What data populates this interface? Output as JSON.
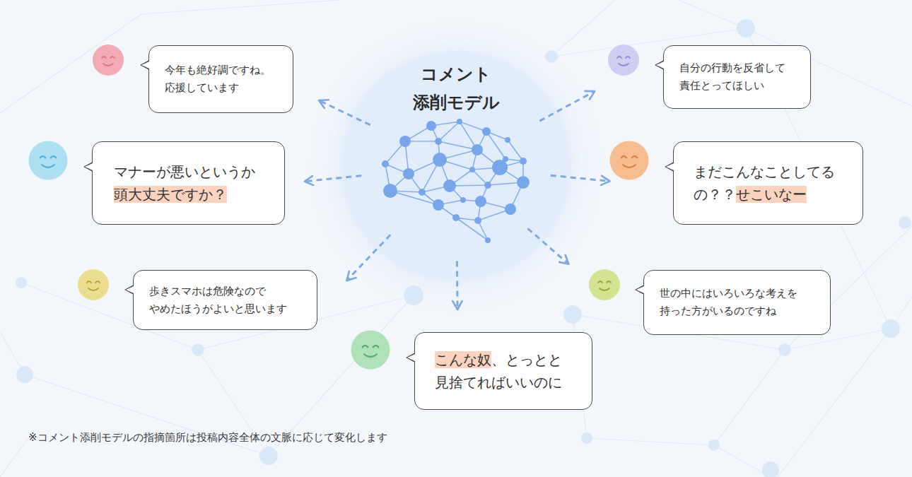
{
  "diagram": {
    "caption": "※コメント添削モデルの指摘箇所は投稿内容全体の文脈に応じて変化します",
    "nodes": [
      {
        "text": [
          "コメント 添削モデル"
        ]
      },
      {
        "text": [
          "今年も絶好調ですね。 応援しています"
        ]
      },
      {
        "text": [
          "自分の行動を反省して 責任とってほしい"
        ]
      },
      {
        "text": [
          "マナーが悪いというか 頭大丈夫ですか？"
        ]
      },
      {
        "text": [
          "まだこんなことしてる の？？せこいなー"
        ]
      },
      {
        "text": [
          "歩きスマホは危険なので やめたほうがよいと思います"
        ]
      },
      {
        "text": [
          "世の中にはいろいろな考えを 持った方がいるのですね"
        ]
      },
      {
        "text": [
          "こんな奴、とっとと 見捨てればいいのに"
        ]
      }
    ],
    "edges": [
      {
        "from": 0,
        "to": 1,
        "arrow": "to"
      },
      {
        "from": 0,
        "to": 2,
        "arrow": "to"
      },
      {
        "from": 0,
        "to": 3,
        "arrow": "to"
      },
      {
        "from": 0,
        "to": 4,
        "arrow": "to"
      },
      {
        "from": 0,
        "to": 5,
        "arrow": "to"
      },
      {
        "from": 0,
        "to": 6,
        "arrow": "to"
      },
      {
        "from": 0,
        "to": 7,
        "arrow": "to"
      }
    ]
  }
}
